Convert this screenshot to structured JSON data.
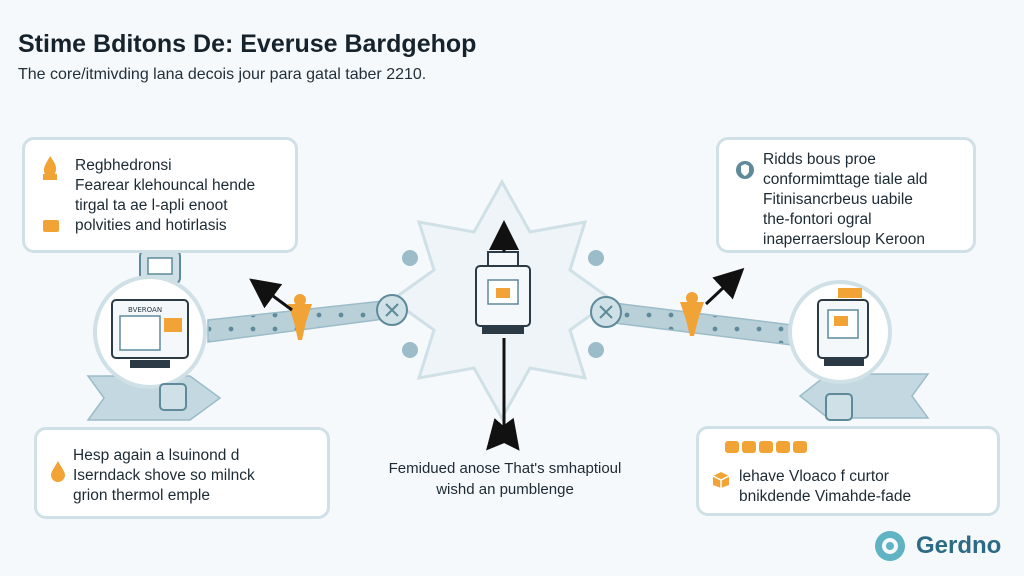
{
  "header": {
    "title": "Stime Bditons De: Everuse Bardgehop",
    "subtitle": "The core/itmivding lana decois jour para gatal taber 2210."
  },
  "boxes": {
    "top_left": {
      "lines": [
        "Regbhedronsi",
        "Fearear klehouncal hende",
        "tirgal ta ae l-apli enoot",
        "polvities and hotirlasis"
      ],
      "icons": [
        "flame-icon",
        "chip-icon"
      ]
    },
    "top_right": {
      "lines": [
        "Ridds bous proe",
        "conformimttage tiale ald",
        "Fitinisancrbeus uabile",
        "the-fontori ogral",
        "inaperraersloup Keroon"
      ],
      "icons": [
        "shield-icon"
      ]
    },
    "bottom_left": {
      "lines": [
        "Hesp again a lsuinond d",
        "Iserndack shove so milnck",
        "grion thermol emple"
      ],
      "icons": [
        "drop-icon"
      ]
    },
    "bottom_right": {
      "lines": [
        "lehave Vloaco f curtor",
        "bnikdende Vimahde-fade"
      ],
      "icons": [
        "coins-icon",
        "box-icon"
      ]
    }
  },
  "center_caption": [
    "Femidued anose That's smhaptioul",
    "wishd an pumblenge"
  ],
  "device_labels": {
    "left_monitor": "BVEROAN"
  },
  "brand": {
    "name": "Gerdno"
  },
  "colors": {
    "teal_light": "#cfe0e6",
    "teal": "#9bbcc8",
    "teal_dark": "#5e8a9a",
    "accent_orange": "#f2a336",
    "ink": "#1e2a33"
  }
}
